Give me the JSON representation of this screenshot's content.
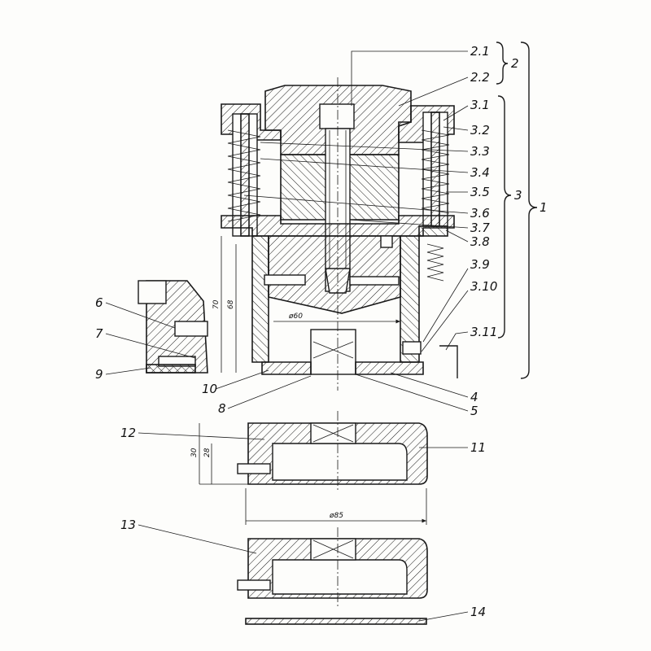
{
  "labels": {
    "l2_1": "2.1",
    "l2_2": "2.2",
    "l2": "2",
    "l3_1": "3.1",
    "l3_2": "3.2",
    "l3_3": "3.3",
    "l3_4": "3.4",
    "l3_5": "3.5",
    "l3_6": "3.6",
    "l3_7": "3.7",
    "l3_8": "3.8",
    "l3_9": "3.9",
    "l3_10": "3.10",
    "l3_11": "3.11",
    "l3": "3",
    "l1": "1",
    "l4": "4",
    "l5": "5",
    "l6": "6",
    "l7": "7",
    "l8": "8",
    "l9": "9",
    "l10": "10",
    "l11": "11",
    "l12": "12",
    "l13": "13",
    "l14": "14"
  },
  "dimensions": {
    "d70": "70",
    "d68": "68",
    "d60": "ø60",
    "d30": "30",
    "d28": "28",
    "d85": "ø85"
  }
}
